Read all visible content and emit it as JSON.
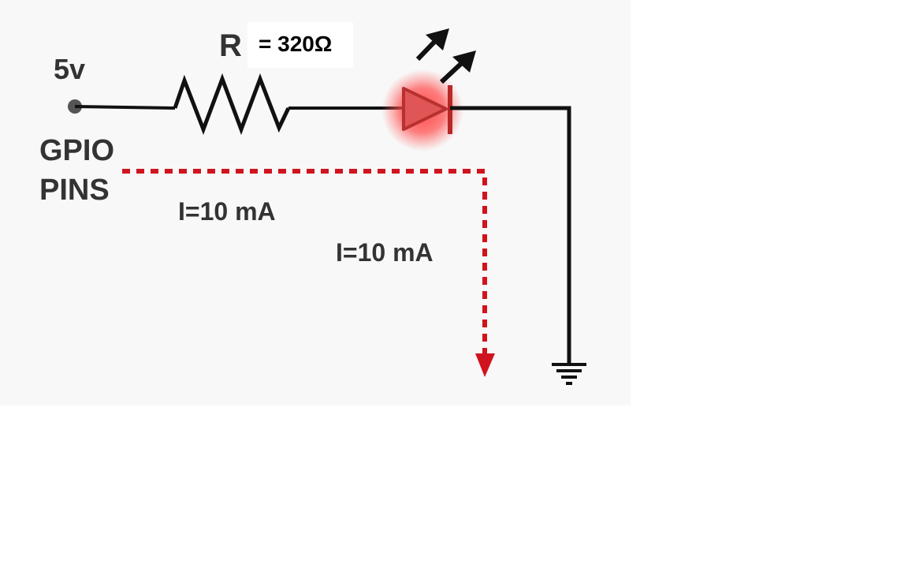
{
  "labels": {
    "voltage": "5v",
    "gpio_line1": "GPIO",
    "gpio_line2": "PINS",
    "resistor_symbol": "R",
    "resistor_value": "= 320Ω",
    "current_horizontal": "I=10 mA",
    "current_vertical": "I=10 mA"
  },
  "colors": {
    "wire": "#111111",
    "current_path": "#d0141f",
    "led_fill": "#e05555",
    "led_glow": "#ff3b3b",
    "panel_background": "#f8f8f8"
  },
  "icons": {
    "resistor": "resistor-zigzag-icon",
    "led": "led-diode-icon",
    "ground": "ground-icon",
    "light_arrows": "emission-arrows-icon"
  }
}
